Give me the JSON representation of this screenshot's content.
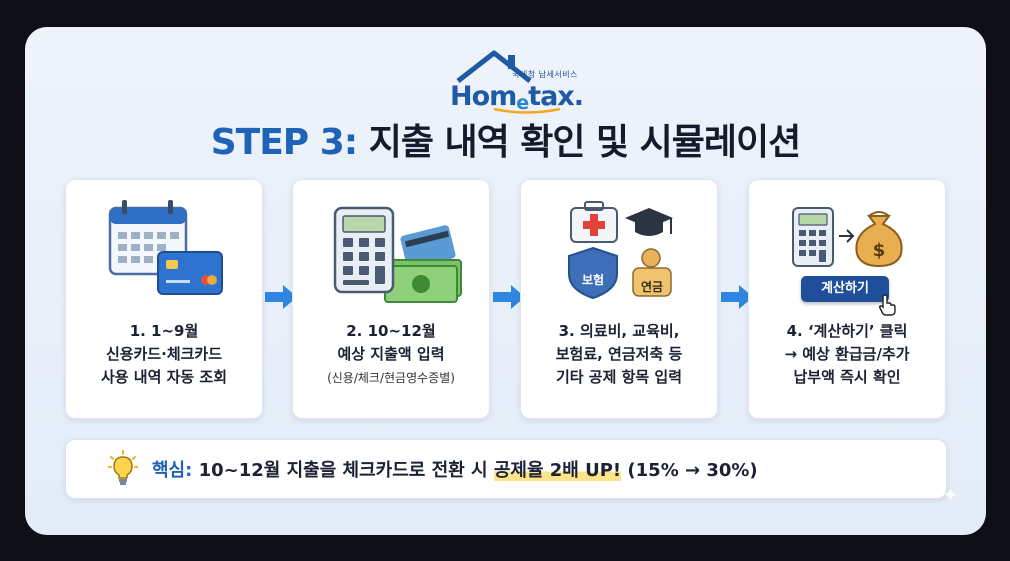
{
  "logo": {
    "tagline": "국세청 납세서비스",
    "word_a": "Hom",
    "word_e": "e",
    "word_b": "tax."
  },
  "title": {
    "step": "STEP 3:",
    "rest": " 지출 내역 확인 및 시뮬레이션"
  },
  "steps": [
    {
      "lines": [
        "1. 1~9월",
        "신용카드·체크카드",
        "사용 내역 자동 조회"
      ]
    },
    {
      "lines": [
        "2. 10~12월",
        "예상 지출액 입력"
      ],
      "sub": "(신용/체크/현금영수증별)"
    },
    {
      "lines": [
        "3. 의료비, 교육비,",
        "보험료, 연금저축 등",
        "기타 공제 항목 입력"
      ],
      "badges": {
        "insurance": "보험",
        "pension": "연금"
      }
    },
    {
      "lines": [
        "4. ‘계산하기’ 클릭",
        "→ 예상 환급금/추가",
        "납부액 즉시 확인"
      ],
      "button": "계산하기"
    }
  ],
  "summary": {
    "key": "핵심:",
    "text_a": " 10~12월 지출을 체크카드로 전환 시 ",
    "highlight": "공제율 2배 UP!",
    "text_b": " (15% → 30%)"
  },
  "colors": {
    "accent": "#1f63b8",
    "arrow": "#2f86e0",
    "highlight": "#fde48a"
  }
}
